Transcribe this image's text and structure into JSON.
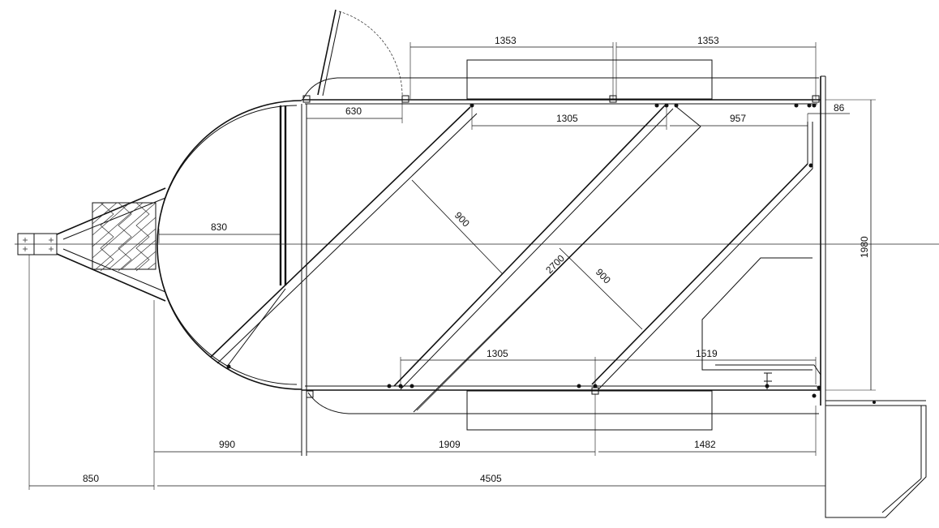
{
  "dimensions": {
    "top_left_1353": "1353",
    "top_right_1353": "1353",
    "door_630": "630",
    "top_1305": "1305",
    "top_957": "957",
    "right_86": "86",
    "inner_830": "830",
    "diag_900_left": "900",
    "diag_2700": "2700",
    "diag_900_right": "900",
    "overall_1980": "1980",
    "bottom_1305": "1305",
    "bottom_1519": "1519",
    "base_990": "990",
    "base_1909": "1909",
    "base_1482": "1482",
    "total_850": "850",
    "total_4505": "4505"
  }
}
